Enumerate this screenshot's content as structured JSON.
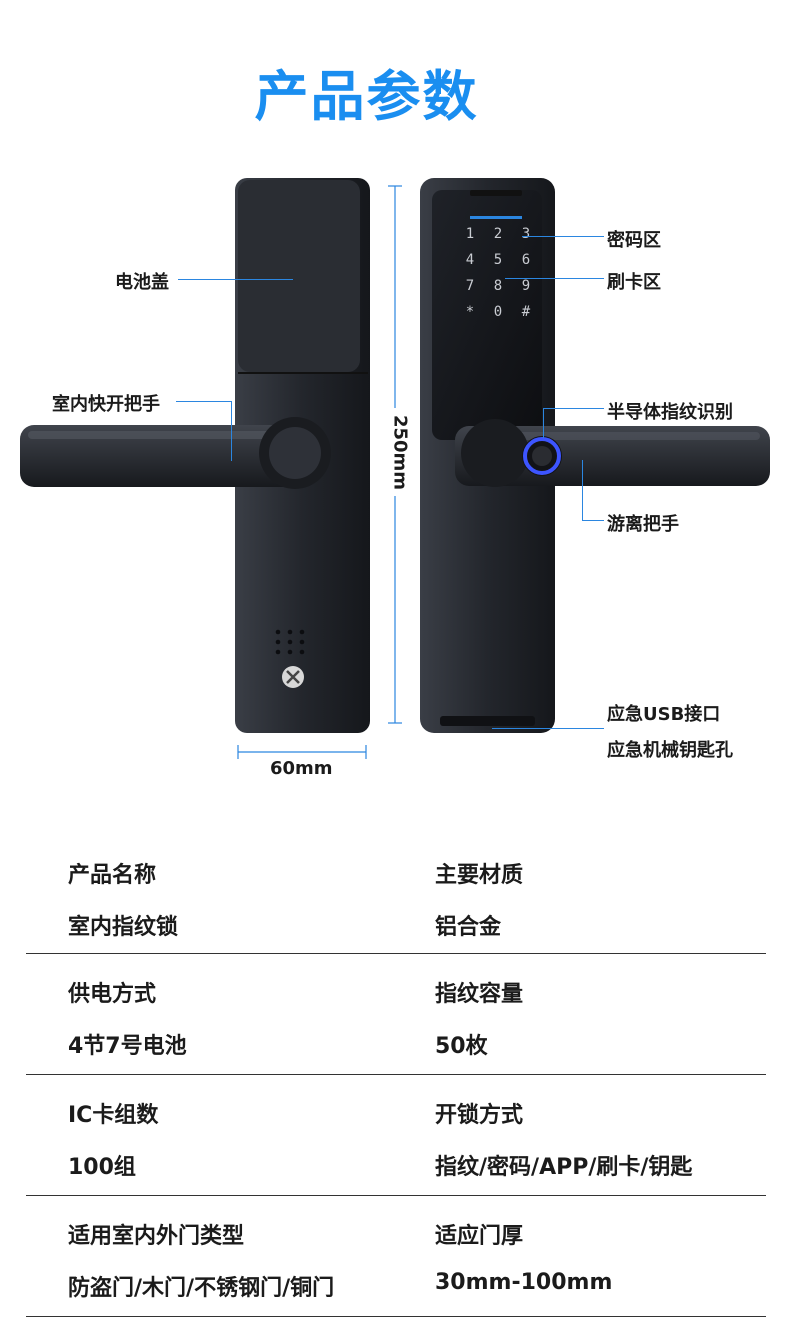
{
  "title": "产品参数",
  "callouts": {
    "battery_cover": "电池盖",
    "indoor_handle": "室内快开把手",
    "password_area": "密码区",
    "card_area": "刷卡区",
    "fingerprint": "半导体指纹识别",
    "free_handle": "游离把手",
    "usb": "应急USB接口",
    "key_hole": "应急机械钥匙孔"
  },
  "dimensions": {
    "height": "250mm",
    "width": "60mm"
  },
  "keypad": [
    "1",
    "2",
    "3",
    "4",
    "5",
    "6",
    "7",
    "8",
    "9",
    "*",
    "0",
    "#"
  ],
  "specs": [
    {
      "left_label": "产品名称",
      "left_value": "室内指纹锁",
      "right_label": "主要材质",
      "right_value": "铝合金"
    },
    {
      "left_label": "供电方式",
      "left_value": "4节7号电池",
      "right_label": "指纹容量",
      "right_value": "50枚"
    },
    {
      "left_label": "IC卡组数",
      "left_value": "100组",
      "right_label": "开锁方式",
      "right_value": "指纹/密码/APP/刷卡/钥匙"
    },
    {
      "left_label": "适用室内外门类型",
      "left_value": "防盗门/木门/不锈钢门/铜门",
      "right_label": "适应门厚",
      "right_value": "30mm-100mm"
    }
  ],
  "colors": {
    "accent": "#1a8ef0",
    "lock_body": "#23262c",
    "callout_line": "#2b86e0"
  }
}
